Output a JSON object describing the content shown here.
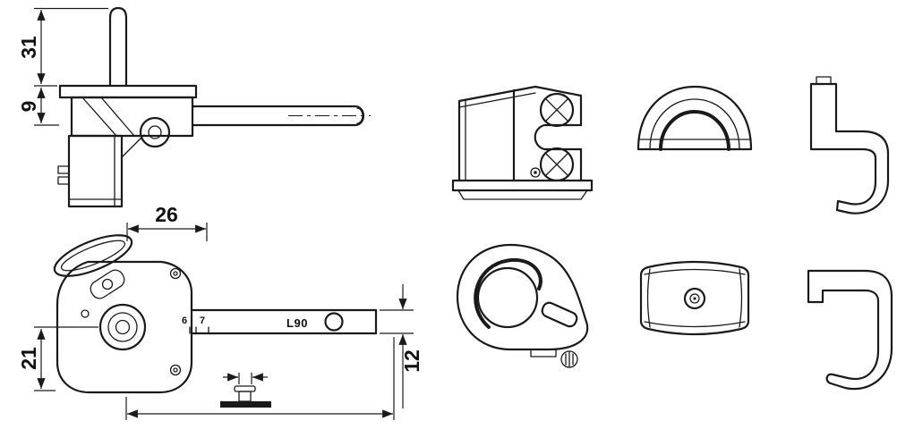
{
  "page": {
    "background": "#ffffff",
    "line_color": "#1a1a1a"
  },
  "side_view": {
    "dim_pin": "31",
    "dim_plate": "9"
  },
  "front_view": {
    "dim_width": "26",
    "dim_height": "21",
    "dim_bar": "12",
    "bar_label": "L90",
    "bar_scale": {
      "left": "6",
      "right": "7"
    }
  }
}
